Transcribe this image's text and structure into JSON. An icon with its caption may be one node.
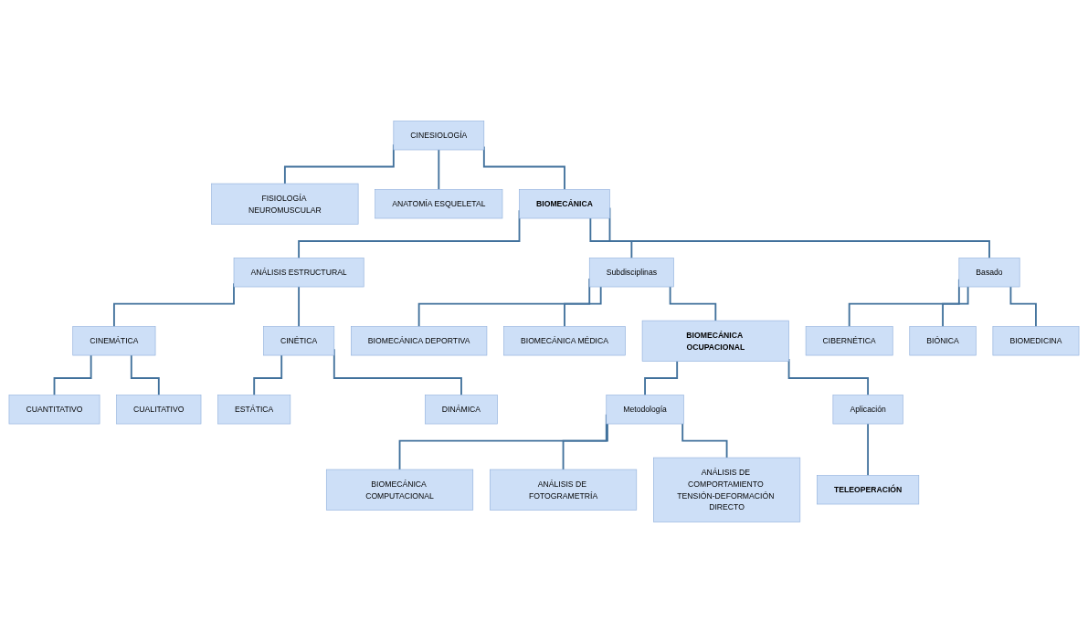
{
  "diagram": {
    "nodes": [
      {
        "text": [
          "CINESIOLOGÍA"
        ]
      },
      {
        "text": [
          "FISIOLOGÍA NEUROMUSCULAR"
        ]
      },
      {
        "text": [
          "ANATOMÍA ESQUELETAL"
        ]
      },
      {
        "text": [
          "BIOMECÁNICA"
        ]
      },
      {
        "text": [
          "ANÁLISIS ESTRUCTURAL"
        ]
      },
      {
        "text": [
          "Subdisciplinas"
        ]
      },
      {
        "text": [
          "Basado"
        ]
      },
      {
        "text": [
          "CINEMÁTICA"
        ]
      },
      {
        "text": [
          "CINÉTICA"
        ]
      },
      {
        "text": [
          "CUANTITATIVO"
        ]
      },
      {
        "text": [
          "CUALITATIVO"
        ]
      },
      {
        "text": [
          "ESTÁTICA"
        ]
      },
      {
        "text": [
          "DINÁMICA"
        ]
      },
      {
        "text": [
          "BIOMECÁNICA DEPORTIVA"
        ]
      },
      {
        "text": [
          "BIOMECÁNICA MÉDICA"
        ]
      },
      {
        "text": [
          "BIOMECÁNICA OCUPACIONAL"
        ]
      },
      {
        "text": [
          "Metodología"
        ]
      },
      {
        "text": [
          "Aplicación"
        ]
      },
      {
        "text": [
          "BIOMECÁNICA COMPUTACIONAL"
        ]
      },
      {
        "text": [
          "ANÁLISIS DE FOTOGRAMETRÍA"
        ]
      },
      {
        "text": [
          "ANÁLISIS DE COMPORTAMIENTO TENSIÓN-DEFORMACIÓN DIRECTO"
        ]
      },
      {
        "text": [
          "TELEOPERACIÓN"
        ]
      },
      {
        "text": [
          "CIBERNÉTICA"
        ]
      },
      {
        "text": [
          "BIÓNICA"
        ]
      },
      {
        "text": [
          "BIOMEDICINA"
        ]
      }
    ],
    "edges": [
      {
        "from": 0,
        "to": 1,
        "arrow": "none"
      },
      {
        "from": 0,
        "to": 2,
        "arrow": "none"
      },
      {
        "from": 0,
        "to": 3,
        "arrow": "none"
      },
      {
        "from": 3,
        "to": 4,
        "arrow": "none"
      },
      {
        "from": 3,
        "to": 5,
        "arrow": "none"
      },
      {
        "from": 3,
        "to": 6,
        "arrow": "none"
      },
      {
        "from": 4,
        "to": 7,
        "arrow": "none"
      },
      {
        "from": 4,
        "to": 8,
        "arrow": "none"
      },
      {
        "from": 7,
        "to": 9,
        "arrow": "none"
      },
      {
        "from": 7,
        "to": 10,
        "arrow": "none"
      },
      {
        "from": 8,
        "to": 11,
        "arrow": "none"
      },
      {
        "from": 8,
        "to": 12,
        "arrow": "none"
      },
      {
        "from": 5,
        "to": 13,
        "arrow": "none"
      },
      {
        "from": 5,
        "to": 14,
        "arrow": "none"
      },
      {
        "from": 5,
        "to": 15,
        "arrow": "none"
      },
      {
        "from": 15,
        "to": 16,
        "arrow": "none"
      },
      {
        "from": 15,
        "to": 17,
        "arrow": "none"
      },
      {
        "from": 16,
        "to": 18,
        "arrow": "none"
      },
      {
        "from": 16,
        "to": 19,
        "arrow": "none"
      },
      {
        "from": 16,
        "to": 20,
        "arrow": "none"
      },
      {
        "from": 17,
        "to": 21,
        "arrow": "none"
      },
      {
        "from": 6,
        "to": 22,
        "arrow": "none"
      },
      {
        "from": 6,
        "to": 23,
        "arrow": "none"
      },
      {
        "from": 6,
        "to": 24,
        "arrow": "none"
      }
    ]
  }
}
